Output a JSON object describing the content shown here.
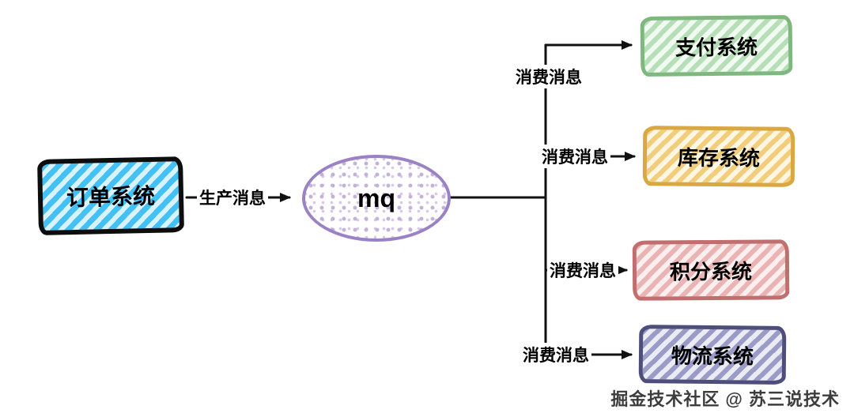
{
  "diagram": {
    "producer": {
      "label": "订单系统",
      "stripe_color": "#43c1f4",
      "border_color": "#0d0d0d"
    },
    "queue": {
      "label": "mq",
      "border_color": "#9b82c4",
      "dot_color": "#c4b1da"
    },
    "edges": {
      "produce_label": "生产消息",
      "consume_labels": [
        "消费消息",
        "消费消息",
        "消费消息",
        "消费消息"
      ],
      "line_color": "#111111"
    },
    "consumers": [
      {
        "label": "支付系统",
        "stripe_color": "#b6dfb7",
        "border_color": "#7fb87f"
      },
      {
        "label": "库存系统",
        "stripe_color": "#f2cd7b",
        "border_color": "#d9a843"
      },
      {
        "label": "积分系统",
        "stripe_color": "#eab4b4",
        "border_color": "#c06e6e"
      },
      {
        "label": "物流系统",
        "stripe_color": "#9b9bc7",
        "border_color": "#4e4e7a"
      }
    ],
    "watermark": "掘金技术社区 @ 苏三说技术"
  }
}
